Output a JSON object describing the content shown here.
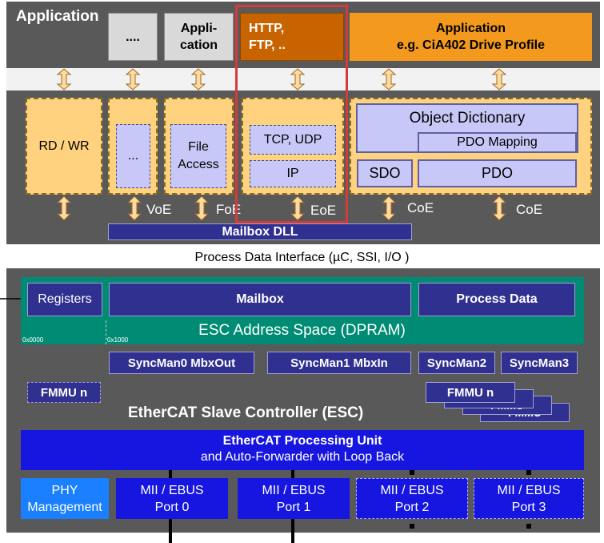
{
  "application": {
    "label": "Application",
    "boxes": {
      "dots": "....",
      "appli": "Appli-\ncation",
      "http": "HTTP,\nFTP, ..",
      "app_drive": "Application\ne.g. CiA402 Drive Profile"
    }
  },
  "mailbox": {
    "rdwr": "RD / WR",
    "dots_inner": "...",
    "file_access": "File\nAccess",
    "tcp_udp": "TCP, UDP",
    "ip": "IP",
    "object_dictionary": "Object Dictionary",
    "pdo_mapping": "PDO Mapping",
    "sdo": "SDO",
    "pdo": "PDO",
    "voe": "VoE",
    "foe": "FoE",
    "eoe": "EoE",
    "coe_left": "CoE",
    "coe_right": "CoE",
    "dll": "Mailbox DLL"
  },
  "pdi": {
    "label": "Process Data Interface (µC, SSI, I/O )"
  },
  "esc": {
    "registers": "Registers",
    "mailbox": "Mailbox",
    "process_data": "Process Data",
    "address_space": "ESC Address Space (DPRAM)",
    "addr_0": "0x0000",
    "addr_1000": "0x1000",
    "syncman0": "SyncMan0 MbxOut",
    "syncman1": "SyncMan1 MbxIn",
    "syncman2": "SyncMan2",
    "syncman3": "SyncMan3",
    "fmmu_left": "FMMU n",
    "fmmu_right": "FMMU n",
    "fmmu_back": "FMMU",
    "title": "EtherCAT Slave Controller (ESC)",
    "epu_title": "EtherCAT Processing Unit",
    "epu_sub": "and Auto-Forwarder with Loop Back",
    "phy": "PHY\nManagement",
    "port0": "MII / EBUS\nPort 0",
    "port1": "MII / EBUS\nPort 1",
    "port2": "MII / EBUS\nPort 2",
    "port3": "MII / EBUS\nPort 3"
  },
  "colors": {
    "band": "#595959",
    "light_orange": "#ffd27f",
    "orange": "#f39a1e",
    "brown": "#c86400",
    "lavender": "#c8c8f8",
    "navy": "#303090",
    "teal": "#008c74",
    "blue": "#1616e0",
    "highlight": "#d43b3b"
  }
}
